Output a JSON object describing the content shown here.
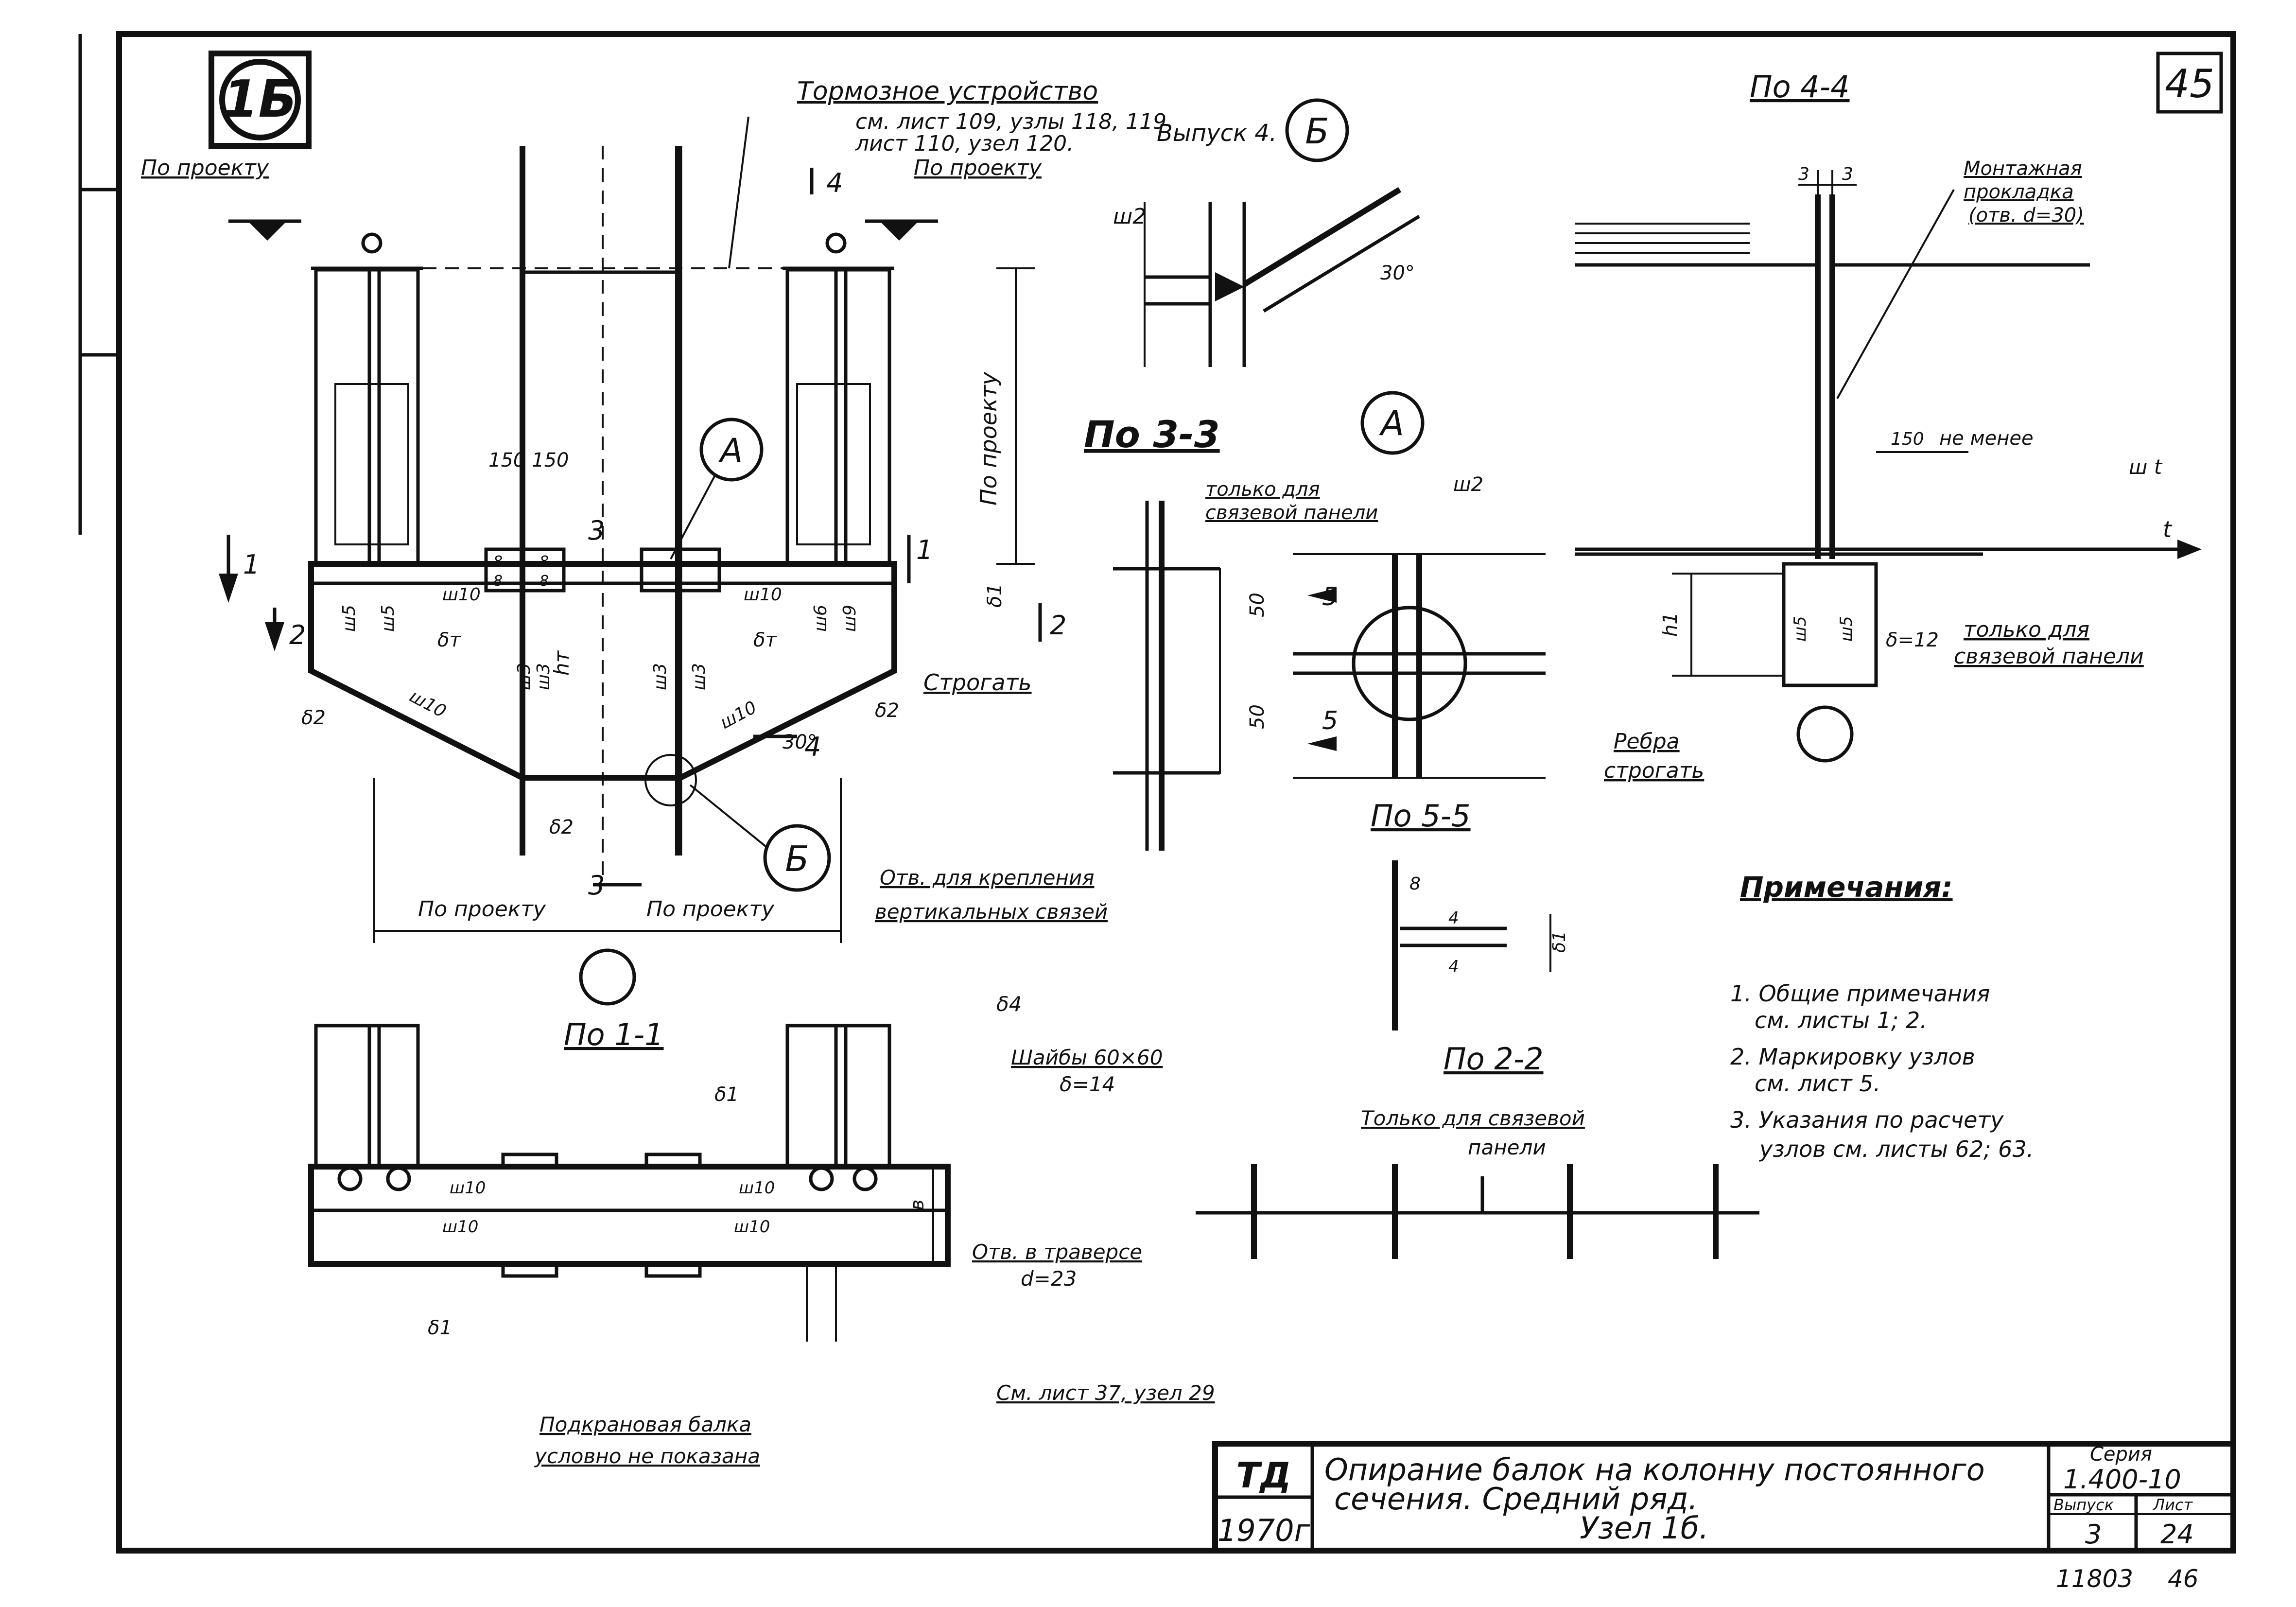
{
  "sheet": {
    "number": "45",
    "node_label": "1Б",
    "bottom_numbers": [
      "11803",
      "46"
    ]
  },
  "main_view": {
    "brake_device": [
      "Тормозное устройство",
      "см. лист 109, узлы 118, 119",
      "лист 110, узел 120."
    ],
    "brake_device_issue": "Выпуск 4.",
    "callout_b_top": "Б",
    "callout_a": "А",
    "callout_b_bottom": "Б",
    "by_project": "По проекту",
    "by_project_vertical": "По проекту",
    "plane_cut": "Строгать",
    "section_marks": [
      "4",
      "1",
      "2",
      "3",
      "3",
      "1",
      "2",
      "4"
    ],
    "dim_150_150": "150 150",
    "welds": [
      "ш10",
      "ш10",
      "ш5",
      "ш5",
      "ш6",
      "ш9",
      "ш3",
      "ш3",
      "ш3",
      "ш3",
      "ш10",
      "ш10"
    ],
    "deltas": [
      "δт",
      "δт",
      "δ2",
      "δ2",
      "δ2",
      "δ1"
    ],
    "h_t": "hт",
    "angle": "30°",
    "plates": [
      "8",
      "8",
      "8",
      "8"
    ]
  },
  "detail_b": {
    "weld": "ш2",
    "angle": "30°"
  },
  "section_3_3": {
    "title": "По 3-3",
    "note_only_bracing": [
      "только для",
      "связевой панели"
    ],
    "note_holes": [
      "Отв. для крепления",
      "вертикальных связей"
    ]
  },
  "detail_a": {
    "title": "А",
    "weld": "ш2",
    "dims": [
      "50",
      "50"
    ],
    "marks": [
      "5",
      "5"
    ]
  },
  "section_5_5": {
    "title": "По 5-5",
    "dims": [
      "8",
      "4",
      "4"
    ],
    "delta": "δ1"
  },
  "section_4_4": {
    "title": "По 4-4",
    "dims_top": [
      "3",
      "3"
    ],
    "mounting_pad": [
      "Монтажная",
      "прокладка",
      "(отв. d=30)"
    ],
    "dim_150": "150",
    "not_less": "не менее",
    "weld_t": "ш t",
    "t_label": "t",
    "h1": "h1",
    "welds": [
      "ш5",
      "ш5"
    ],
    "delta_12": "δ=12",
    "only_bracing": [
      "только для",
      "связевой панели"
    ],
    "ribs": [
      "Ребра",
      "строгать"
    ]
  },
  "notes": {
    "title": "Примечания:",
    "items": [
      "1. Общие примечания",
      "см. листы 1; 2.",
      "2. Маркировку узлов",
      "см. лист 5.",
      "3. Указания по расчету",
      "узлов см. листы 62; 63."
    ]
  },
  "section_1_1": {
    "title": "По 1-1",
    "delta4": "δ4",
    "washers": [
      "Шайбы 60×60",
      "δ=14"
    ],
    "delta1": [
      "δ1",
      "δ1"
    ],
    "welds": [
      "ш10",
      "ш10",
      "ш10",
      "ш10"
    ],
    "b_dim": "в",
    "holes_traverse": [
      "Отв. в траверсе",
      "d=23"
    ],
    "see_sheet": "См. лист 37, узел 29",
    "crane_beam": [
      "Подкрановая балка",
      "условно не показана"
    ]
  },
  "section_2_2": {
    "title": "По 2-2",
    "only_bracing": [
      "Только для связевой",
      "панели"
    ]
  },
  "title_block": {
    "org": "ТД",
    "year": "1970г",
    "title_line1": "Опирание балок на колонну постоянного",
    "title_line2": "сечения.  Средний ряд.",
    "title_line3": "Узел 1б.",
    "series_label": "Серия",
    "series_value": "1.400-10",
    "issue_label": "Выпуск",
    "issue_value": "3",
    "sheet_label": "Лист",
    "sheet_value": "24"
  }
}
